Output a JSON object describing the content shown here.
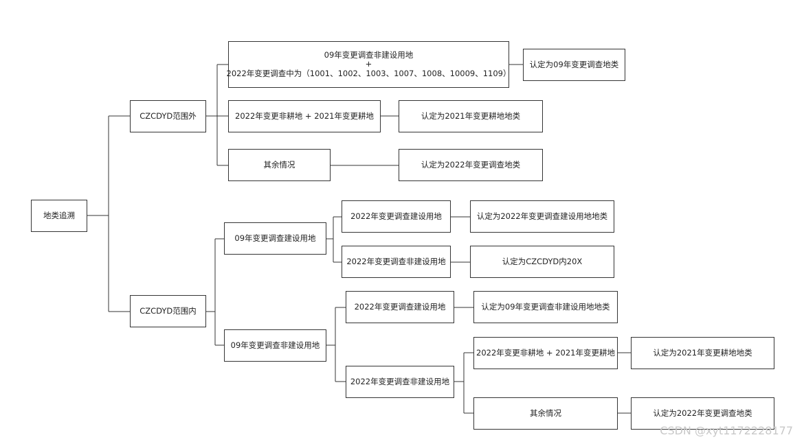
{
  "nodes": {
    "root": "地类追溯",
    "outside": "CZCDYD范围外",
    "inside": "CZCDYD范围内",
    "o1_line1": "09年变更调查非建设用地",
    "o1_plus": "+",
    "o1_line2": "2022年变更调查中为（1001、1002、1003、1007、1008、10009、1109）",
    "o1_result": "认定为09年变更调查地类",
    "o2_cond": "2022年变更非耕地 + 2021年变更耕地",
    "o2_result": "认定为2021年变更耕地地类",
    "o3_cond": "其余情况",
    "o3_result": "认定为2022年变更调查地类",
    "i_a": "09年变更调查建设用地",
    "i_a1": "2022年变更调查建设用地",
    "i_a1_result": "认定为2022年变更调查建设用地地类",
    "i_a2": "2022年变更调查非建设用地",
    "i_a2_result": "认定为CZCDYD内20X",
    "i_b": "09年变更调查非建设用地",
    "i_b1": "2022年变更调查建设用地",
    "i_b1_result": "认定为09年变更调查非建设用地地类",
    "i_b2": "2022年变更调查非建设用地",
    "i_b2a": "2022年变更非耕地 + 2021年变更耕地",
    "i_b2a_result": "认定为2021年变更耕地地类",
    "i_b2b": "其余情况",
    "i_b2b_result": "认定为2022年变更调查地类"
  },
  "watermark": "CSDN @xyt1172228177"
}
